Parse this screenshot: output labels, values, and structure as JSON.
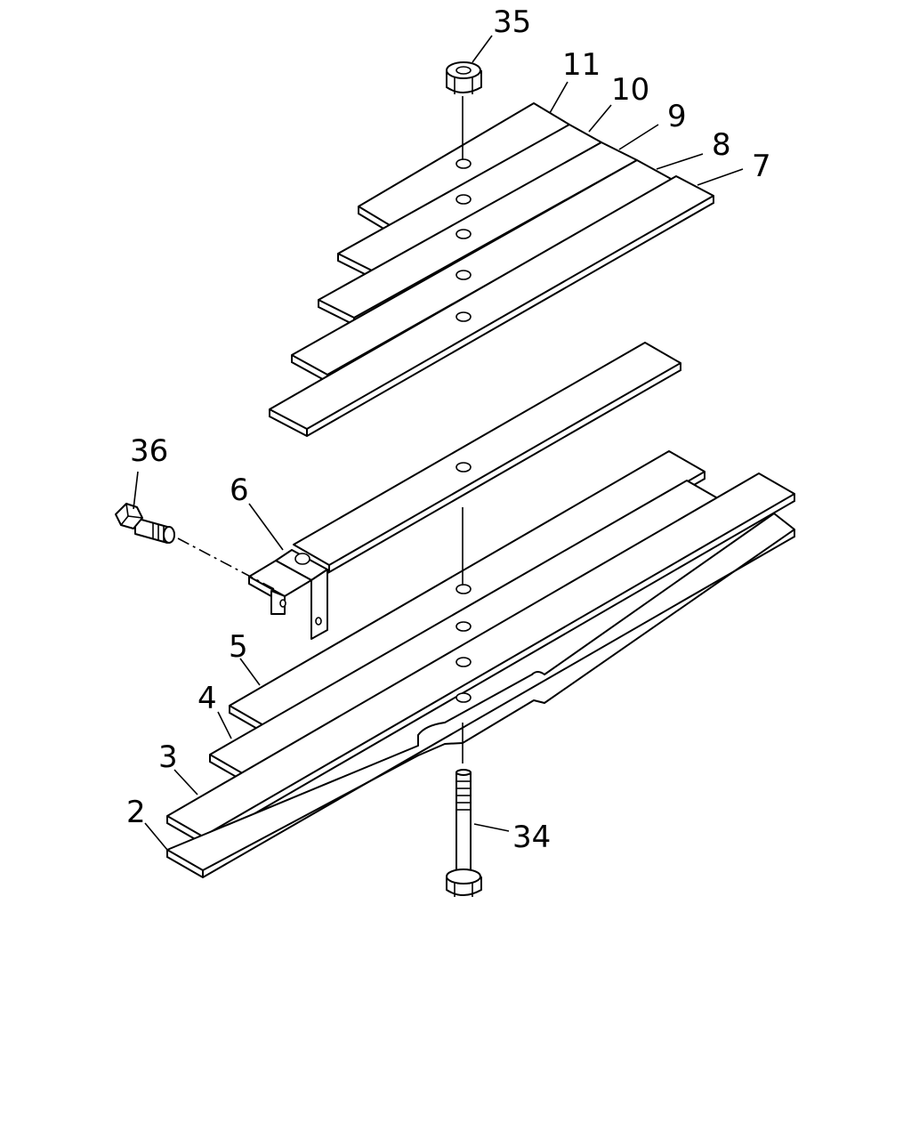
{
  "callouts": {
    "c2": "2",
    "c3": "3",
    "c4": "4",
    "c5": "5",
    "c6": "6",
    "c7": "7",
    "c8": "8",
    "c9": "9",
    "c10": "10",
    "c11": "11",
    "c34": "34",
    "c35": "35",
    "c36": "36"
  }
}
